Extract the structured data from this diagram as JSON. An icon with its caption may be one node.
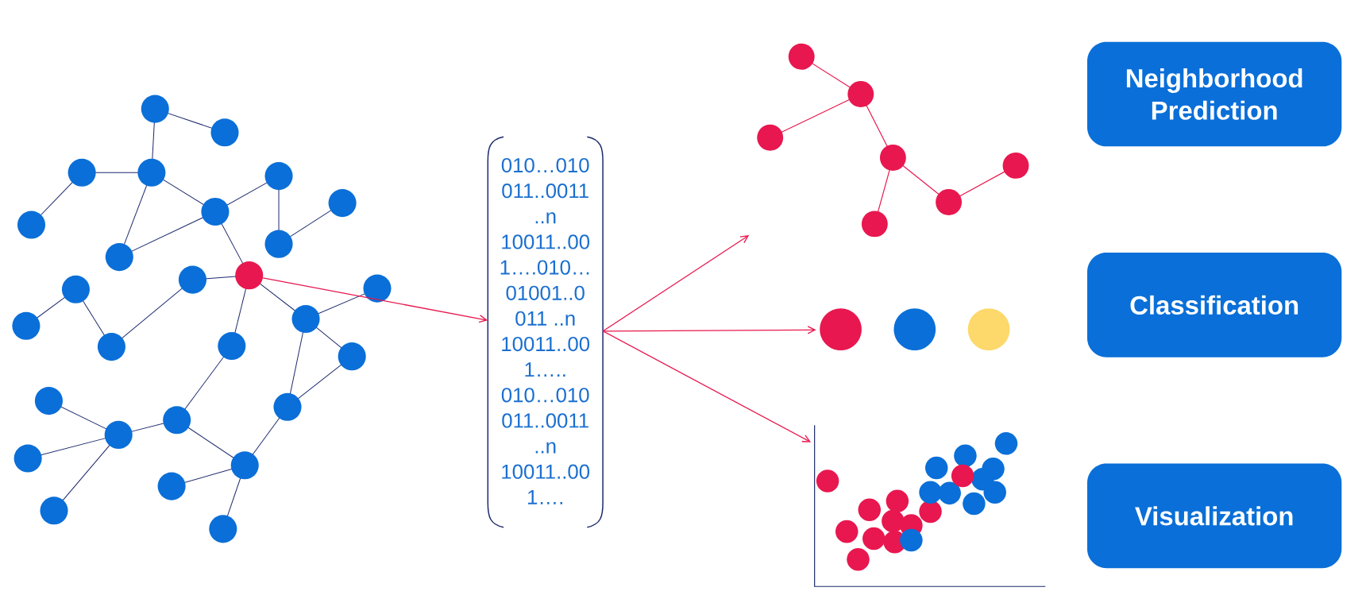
{
  "diagram": {
    "nodes": [
      {
        "text": [],
        "shape": "circle"
      },
      {
        "text": [
          "010…010",
          "011..0011",
          "..n",
          "10011..00",
          "1….010…",
          "01001..0",
          "011 ..n",
          "10011..00",
          "1…..",
          "010…010",
          "011..0011",
          "..n",
          "10011..00",
          "1…."
        ]
      },
      {
        "text": [],
        "shape": "picture"
      },
      {
        "text": [],
        "shape": "picture"
      },
      {
        "text": [],
        "shape": "picture"
      },
      {
        "text": [
          "Neighborhood Prediction"
        ]
      },
      {
        "text": [
          "Classification"
        ]
      },
      {
        "text": [
          "Visualization"
        ]
      }
    ],
    "edges": [
      {
        "from": 0,
        "to": 1,
        "arrow": "to"
      },
      {
        "from": 1,
        "to": 2,
        "arrow": "to"
      },
      {
        "from": 1,
        "to": 3,
        "arrow": "to"
      },
      {
        "from": 1,
        "to": 4,
        "arrow": "to"
      }
    ]
  }
}
